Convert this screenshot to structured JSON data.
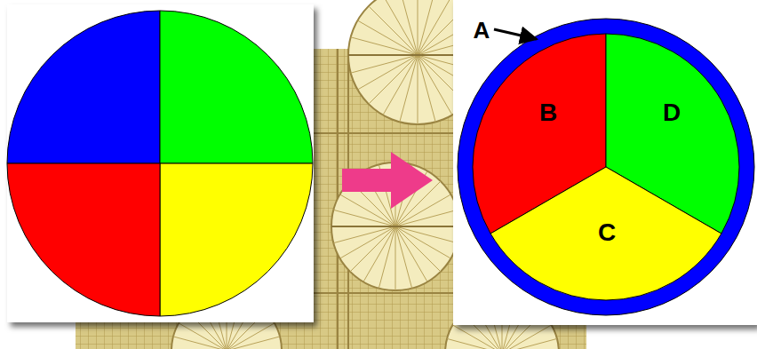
{
  "diagram": {
    "nodes": [
      {
        "text": [
          "A"
        ]
      },
      {
        "text": [
          "B"
        ],
        "in": 0
      },
      {
        "text": [
          "D"
        ],
        "in": 0
      },
      {
        "text": [
          "C"
        ],
        "in": 0
      }
    ]
  }
}
